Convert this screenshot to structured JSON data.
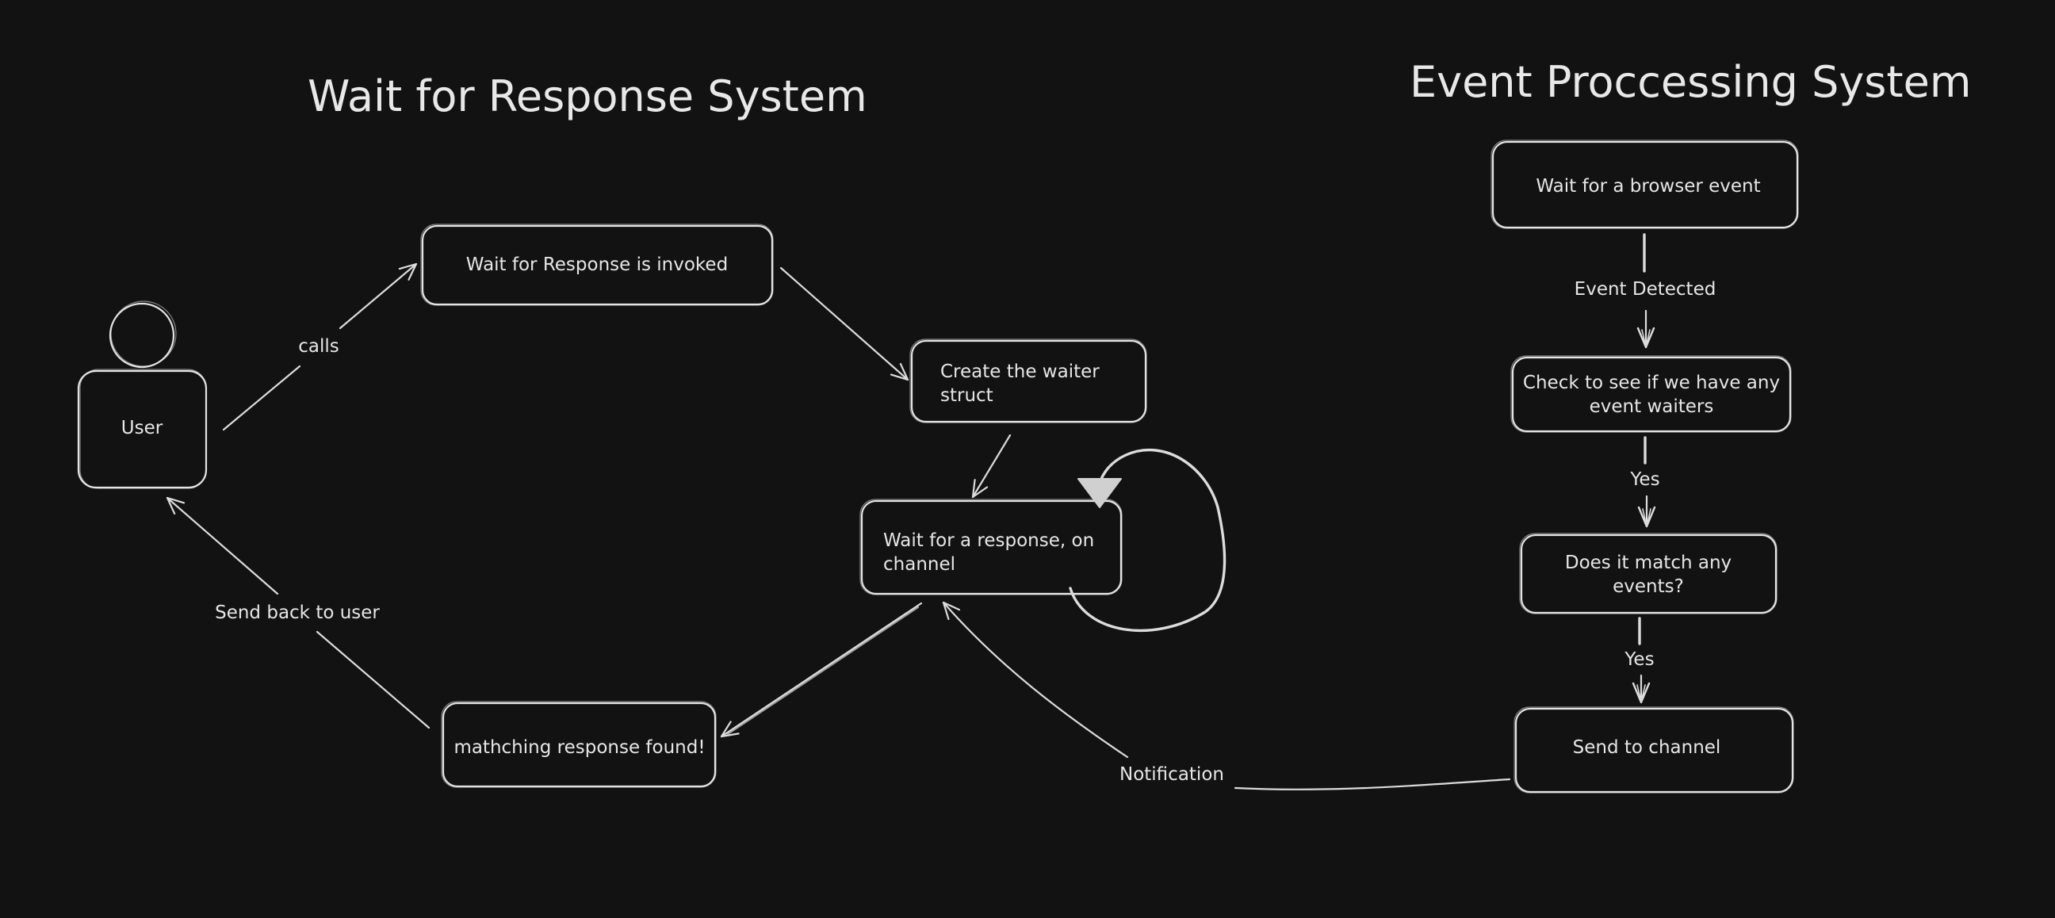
{
  "titles": {
    "left": "Wait for Response System",
    "right": "Event Proccessing System"
  },
  "nodes": {
    "user": "User",
    "invoked": "Wait for Response is invoked",
    "create_waiter": [
      "Create the waiter",
      "struct"
    ],
    "wait_channel": [
      "Wait for a response, on",
      "channel"
    ],
    "response_found": "mathching response found!",
    "browser_event": "Wait for a browser event",
    "check_waiters": [
      "Check to see if we have any",
      "event waiters"
    ],
    "match_events": [
      "Does it match any",
      "events?"
    ],
    "send_channel": "Send to channel"
  },
  "edges": {
    "calls": "calls",
    "send_back": "Send back to user",
    "event_detected": "Event Detected",
    "yes_1": "Yes",
    "yes_2": "Yes",
    "notification": "Notification"
  },
  "colors": {
    "background": "#121212",
    "stroke": "#e4e4e4",
    "text": "#e6e6e6"
  }
}
